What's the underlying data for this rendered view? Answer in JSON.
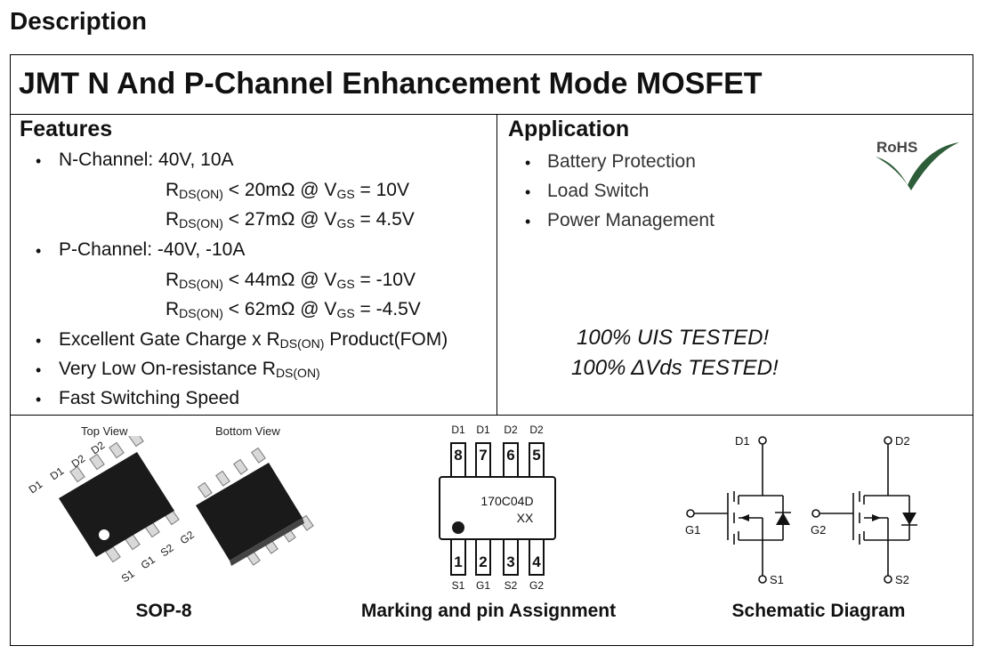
{
  "heading": "Description",
  "title": "JMT N And P-Channel Enhancement Mode MOSFET",
  "features": {
    "label": "Features",
    "n_channel": "N-Channel: 40V, 10A",
    "n_spec1": {
      "r": "R",
      "rsub": "DS(ON)",
      "mid": " < 20mΩ @ V",
      "vsub": "GS",
      "tail": " = 10V"
    },
    "n_spec2": {
      "r": "R",
      "rsub": "DS(ON)",
      "mid": " < 27mΩ @ V",
      "vsub": "GS",
      "tail": " = 4.5V"
    },
    "p_channel": "P-Channel: -40V, -10A",
    "p_spec1": {
      "r": "R",
      "rsub": "DS(ON)",
      "mid": " < 44mΩ @ V",
      "vsub": "GS",
      "tail": " = -10V"
    },
    "p_spec2": {
      "r": "R",
      "rsub": "DS(ON)",
      "mid": " < 62mΩ @ V",
      "vsub": "GS",
      "tail": " = -4.5V"
    },
    "fom": {
      "pre": "Excellent Gate Charge x R",
      "sub": "DS(ON)",
      "post": " Product(FOM)"
    },
    "low_on": {
      "pre": "Very Low On-resistance R",
      "sub": "DS(ON)"
    },
    "fast": "Fast Switching Speed"
  },
  "application": {
    "label": "Application",
    "items": [
      "Battery Protection",
      "Load Switch",
      "Power Management"
    ],
    "rohs": "RoHS",
    "tested1": "100% UIS TESTED!",
    "tested2": "100% ΔVds TESTED!"
  },
  "package": {
    "top_view": "Top View",
    "bottom_view": "Bottom View",
    "top_pins_upper": [
      "D1",
      "D1",
      "D2",
      "D2"
    ],
    "top_pins_lower": [
      "S1",
      "G1",
      "S2",
      "G2"
    ],
    "caption": "SOP-8"
  },
  "marking": {
    "top_labels": [
      "D1",
      "D1",
      "D2",
      "D2"
    ],
    "top_numbers": [
      "8",
      "7",
      "6",
      "5"
    ],
    "bottom_numbers": [
      "1",
      "2",
      "3",
      "4"
    ],
    "bottom_labels": [
      "S1",
      "G1",
      "S2",
      "G2"
    ],
    "code": "170C04D",
    "xx": "XX",
    "caption": "Marking and pin Assignment"
  },
  "schematic": {
    "labels": {
      "d1": "D1",
      "g1": "G1",
      "s1": "S1",
      "d2": "D2",
      "g2": "G2",
      "s2": "S2"
    },
    "caption": "Schematic Diagram"
  },
  "colors": {
    "rohs_green": "#2e5d3a",
    "chip": "#1a1a1a"
  }
}
